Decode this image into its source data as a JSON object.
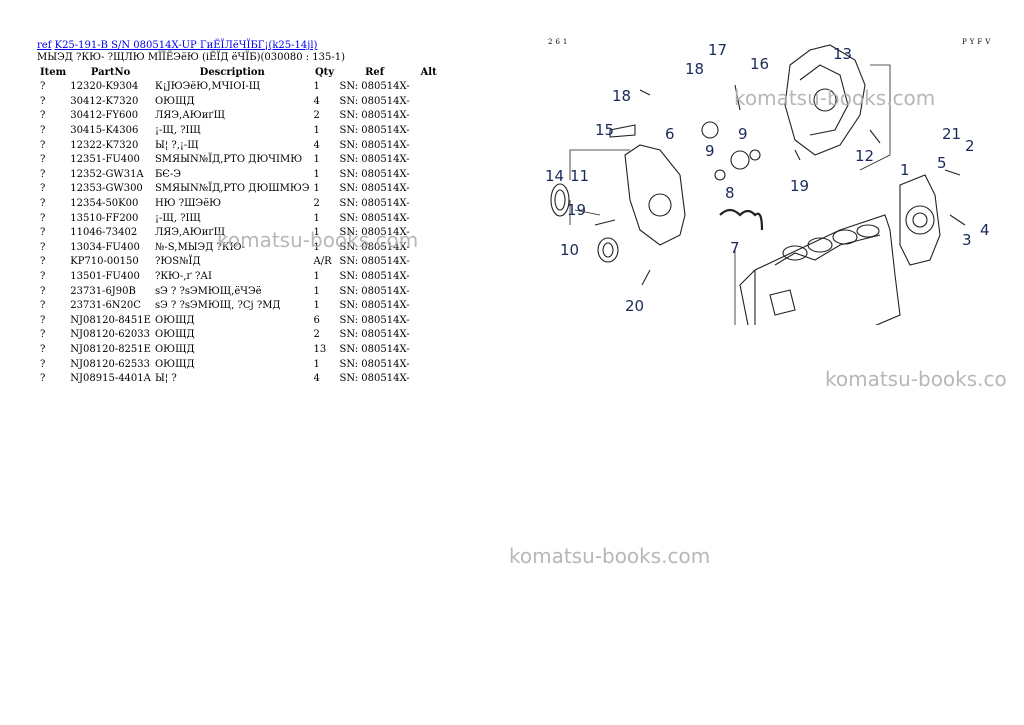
{
  "header": {
    "ref_link": "ref",
    "model_link": "K25-191-B S/N 080514X-UP ГиЁЇЛёЧЇБГ¡(k25-14jl)",
    "subtitle": "МЫЭД ?КЮ- ?ЩЛЮ МЇЇЁЭёЮ (іЁЇД ёЧЇБ)(030080 : 135-1)"
  },
  "table": {
    "columns": [
      "Item",
      "PartNo",
      "Description",
      "Qty",
      "Ref",
      "Alt"
    ],
    "rows": [
      {
        "item": "?",
        "part": "12320-K9304",
        "desc": "К¡ЈЮЭёЮ,МЧІОІ-Щ",
        "qty": "1",
        "ref": "SN: 080514X-"
      },
      {
        "item": "?",
        "part": "30412-K7320",
        "desc": "ОЮЩД",
        "qty": "4",
        "ref": "SN: 080514X-"
      },
      {
        "item": "?",
        "part": "30412-FY600",
        "desc": "ЛЯЭ,АЮиґЩ",
        "qty": "2",
        "ref": "SN: 080514X-"
      },
      {
        "item": "?",
        "part": "30415-K4306",
        "desc": "¡-Щ, ?ІЩ",
        "qty": "1",
        "ref": "SN: 080514X-"
      },
      {
        "item": "?",
        "part": "12322-K7320",
        "desc": "Ы¦ ?,¡-Щ",
        "qty": "4",
        "ref": "SN: 080514X-"
      },
      {
        "item": "?",
        "part": "12351-FU400",
        "desc": "SМЯЫN№ЇД,РТО ДЮЧІМЮ",
        "qty": "1",
        "ref": "SN: 080514X-"
      },
      {
        "item": "?",
        "part": "12352-GW31A",
        "desc": "БЄ-Э",
        "qty": "1",
        "ref": "SN: 080514X-"
      },
      {
        "item": "?",
        "part": "12353-GW300",
        "desc": "SМЯЫN№ЇД,РТО ДЮШМЮЭ",
        "qty": "1",
        "ref": "SN: 080514X-"
      },
      {
        "item": "?",
        "part": "12354-50K00",
        "desc": "НЮ ?ШЭёЮ",
        "qty": "2",
        "ref": "SN: 080514X-"
      },
      {
        "item": "?",
        "part": "13510-FF200",
        "desc": "¡-Щ, ?ІЩ",
        "qty": "1",
        "ref": "SN: 080514X-"
      },
      {
        "item": "?",
        "part": "11046-73402",
        "desc": "ЛЯЭ,АЮиґЩ",
        "qty": "1",
        "ref": "SN: 080514X-"
      },
      {
        "item": "?",
        "part": "13034-FU400",
        "desc": "№-S,МЫЭД ?КЮ-",
        "qty": "1",
        "ref": "SN: 080514X-"
      },
      {
        "item": "?",
        "part": "KP710-00150",
        "desc": "?ЮЅ№ЇД",
        "qty": "A/R",
        "ref": "SN: 080514X-"
      },
      {
        "item": "?",
        "part": "13501-FU400",
        "desc": "?КЮ-,ґ ?АІ",
        "qty": "1",
        "ref": "SN: 080514X-"
      },
      {
        "item": "?",
        "part": "23731-6J90B",
        "desc": "sЭ ? ?sЭМЮЩ,ёЧЭё",
        "qty": "1",
        "ref": "SN: 080514X-"
      },
      {
        "item": "?",
        "part": "23731-6N20C",
        "desc": "sЭ ? ?sЭМЮЩ, ?Сј ?МД",
        "qty": "1",
        "ref": "SN: 080514X-"
      },
      {
        "item": "?",
        "part": "NJ08120-8451E",
        "desc": "ОЮЩД",
        "qty": "6",
        "ref": "SN: 080514X-"
      },
      {
        "item": "?",
        "part": "NJ08120-62033",
        "desc": "ОЮЩД",
        "qty": "2",
        "ref": "SN: 080514X-"
      },
      {
        "item": "?",
        "part": "NJ08120-8251E",
        "desc": "ОЮЩД",
        "qty": "13",
        "ref": "SN: 080514X-"
      },
      {
        "item": "?",
        "part": "NJ08120-62533",
        "desc": "ОЮЩД",
        "qty": "1",
        "ref": "SN: 080514X-"
      },
      {
        "item": "?",
        "part": "NJ08915-4401A",
        "desc": "Ы¦ ?",
        "qty": "4",
        "ref": "SN: 080514X-"
      }
    ]
  },
  "diagram": {
    "page_number": "261",
    "page_code": "PYFV",
    "callouts": [
      "17",
      "13",
      "18",
      "16",
      "18",
      "15",
      "6",
      "9",
      "12",
      "21",
      "5",
      "2",
      "9",
      "1",
      "14",
      "11",
      "8",
      "19",
      "19",
      "7",
      "3",
      "4",
      "10",
      "20"
    ]
  },
  "watermarks": [
    "komatsu-books.com",
    "komatsu-books.com",
    "komatsu-books.co",
    "komatsu-books.com"
  ],
  "colors": {
    "link": "#0000ee",
    "callout": "#1a2a5a",
    "watermark": "#b0b0b0"
  }
}
